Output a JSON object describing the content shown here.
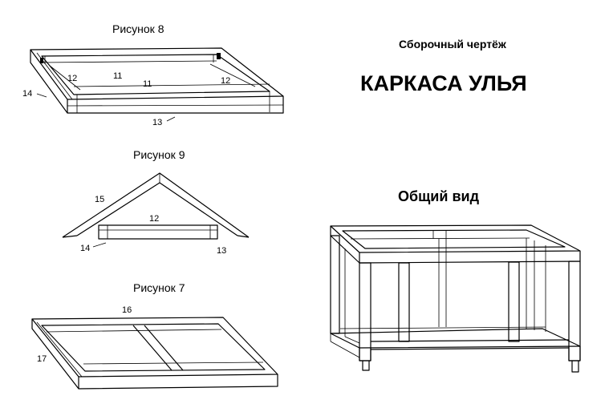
{
  "header": {
    "subtitle": "Сборочный чертёж",
    "title": "КАРКАСА УЛЬЯ",
    "overview": "Общий вид"
  },
  "fig8": {
    "caption": "Рисунок 8",
    "labels": {
      "p11a": "11",
      "p11b": "11",
      "p12a": "12",
      "p12b": "12",
      "p13": "13",
      "p14": "14"
    }
  },
  "fig9": {
    "caption": "Рисунок 9",
    "labels": {
      "p15": "15",
      "p12": "12",
      "p13": "13",
      "p14": "14"
    }
  },
  "fig7": {
    "caption": "Рисунок 7",
    "labels": {
      "p16": "16",
      "p17": "17"
    }
  }
}
